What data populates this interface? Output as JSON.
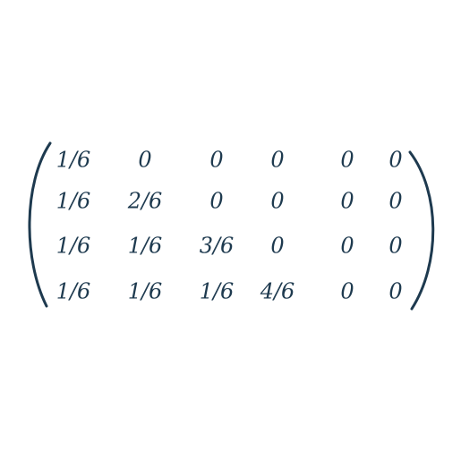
{
  "ink_color": "#1e3a4f",
  "background_color": "#ffffff",
  "matrix": {
    "rows": [
      [
        "1/6",
        "0",
        "0",
        "0",
        "0",
        "0"
      ],
      [
        "1/6",
        "2/6",
        "0",
        "0",
        "0",
        "0"
      ],
      [
        "1/6",
        "1/6",
        "3/6",
        "0",
        "0",
        "0"
      ],
      [
        "1/6",
        "1/6",
        "1/6",
        "4/6",
        "0",
        "0"
      ]
    ]
  }
}
